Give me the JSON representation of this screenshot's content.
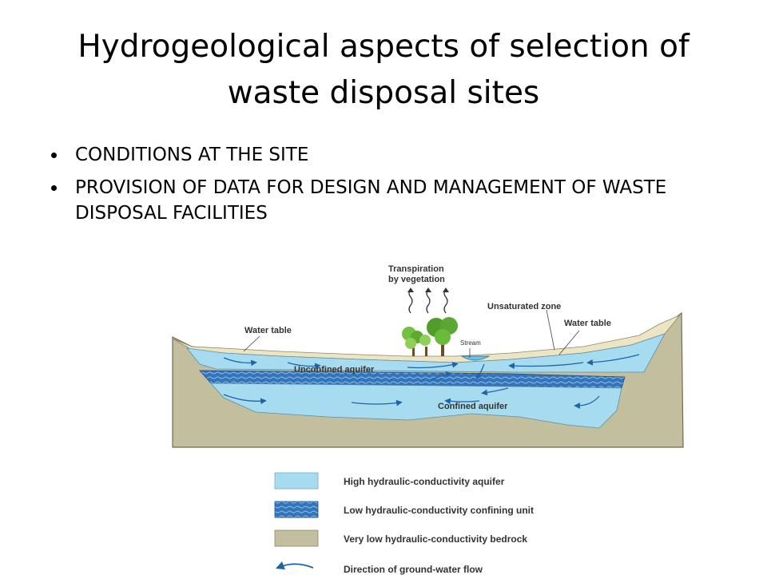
{
  "slide": {
    "title_line1": "Hydrogeological aspects of selection of",
    "title_line2": "waste disposal sites",
    "bullets": [
      "CONDITIONS AT THE SITE",
      "PROVISION OF DATA FOR DESIGN AND MANAGEMENT OF WASTE DISPOSAL FACILITIES"
    ]
  },
  "diagram": {
    "labels": {
      "transpiration_line1": "Transpiration",
      "transpiration_line2": "by vegetation",
      "unsaturated_zone": "Unsaturated zone",
      "water_table_left": "Water table",
      "water_table_right": "Water table",
      "stream": "Stream",
      "unconfined_aquifer": "Unconfined aquifer",
      "confined_aquifer": "Confined aquifer"
    },
    "legend": [
      {
        "label": "High hydraulic-conductivity aquifer",
        "swatch": "aquifer",
        "color": "#a7dcf0"
      },
      {
        "label": "Low hydraulic-conductivity confining unit",
        "swatch": "confining",
        "color": "#2f6fb5"
      },
      {
        "label": "Very low hydraulic-conductivity bedrock",
        "swatch": "bedrock",
        "color": "#c2bf9f"
      },
      {
        "label": "Direction of ground-water flow",
        "swatch": "arrow",
        "color": "#1f63a8"
      }
    ]
  }
}
